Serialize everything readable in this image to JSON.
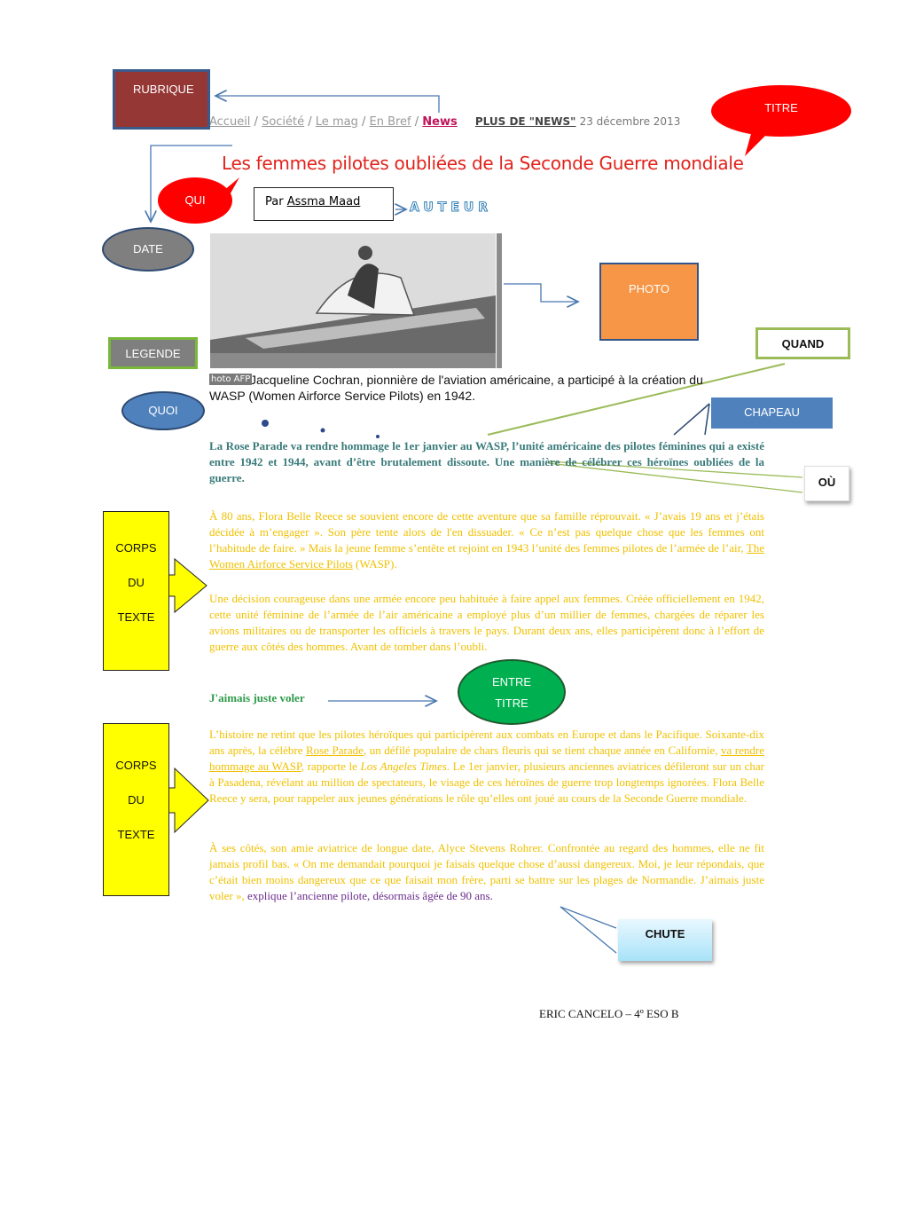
{
  "breadcrumb": {
    "items": [
      "Accueil",
      "Société",
      "Le mag",
      "En Bref"
    ],
    "current": "News",
    "more": "PLUS DE \"NEWS\"",
    "date": "23 décembre 2013"
  },
  "article": {
    "title": "Les femmes pilotes oubliées de la Seconde Guerre mondiale",
    "author_prefix": "Par",
    "author_name": "Assma Maad",
    "photo_credit": "hoto AFP",
    "photo_caption": "Jacqueline Cochran, pionnière de l'aviation américaine, a participé à la création du WASP (Women Airforce Service Pilots) en 1942.",
    "chapeau": "La Rose Parade va rendre hommage le 1er janvier au WASP, l’unité américaine des pilotes féminines qui a existé entre 1942 et 1944, avant d’être brutalement dissoute. Une manière de célébrer ces héroïnes oubliées de la guerre.",
    "p1_a": "À 80 ans, Flora Belle Reece se souvient encore de cette aventure que sa famille réprouvait. « J’avais 19 ans et j’étais décidée à m’engager ». Son père tente alors de l'en dissuader. « Ce n’est pas quelque chose que les femmes ont l’habitude de faire. » Mais la jeune femme s’entête et rejoint en 1943 l’unité des femmes pilotes de l’armée de l’air, ",
    "p1_link": "The Women Airforce Service Pilots",
    "p1_b": " (WASP).",
    "p2": "Une décision courageuse dans une armée encore peu habituée à faire appel aux femmes. Créée officiellement en 1942, cette unité féminine de l’armée de l’air américaine a employé plus d’un millier de femmes, chargées de réparer les avions militaires ou de transporter les officiels à travers le pays. Durant deux ans, elles participèrent donc à l’effort de guerre aux côtés des hommes. Avant de tomber dans l’oubli.",
    "subhead": "J'aimais juste voler",
    "p3_a": "L’histoire ne retint que les pilotes héroïques qui participèrent aux combats en Europe et dans le Pacifique. Soixante-dix ans après, la célèbre ",
    "p3_link1": "Rose Parade",
    "p3_b": ", un défilé populaire de chars fleuris qui se tient chaque année en Californie, ",
    "p3_link2": "va rendre hommage au WASP",
    "p3_c": ", rapporte le ",
    "p3_italic": "Los Angeles Times",
    "p3_d": ". Le 1er janvier, plusieurs anciennes aviatrices défileront sur un char à Pasadena, révélant au million de spectateurs, le visage de ces héroïnes de guerre trop longtemps ignorées. Flora Belle Reece y sera, pour rappeler aux jeunes générations le rôle qu’elles ont joué au cours de la Seconde Guerre mondiale.",
    "p4_a": "À ses côtés, son amie aviatrice de longue date, Alyce Stevens Rohrer. Confrontée au regard des hommes, elle ne fit jamais profil bas. « On me demandait pourquoi je faisais quelque chose d’aussi dangereux. Moi, je leur répondais, que c’était bien moins dangereux que ce que faisait mon frère, parti se battre sur les plages de Normandie. J’aimais juste voler », ",
    "p4_b": "explique l’ancienne pilote, désormais âgée de 90 ans.",
    "signature": "ERIC CANCELO – 4º ESO B"
  },
  "labels": {
    "rubrique": "RUBRIQUE",
    "titre": "TITRE",
    "qui": "QUI",
    "auteur": "AUTEUR",
    "date": "DATE",
    "photo": "PHOTO",
    "legende": "LEGENDE",
    "quand": "QUAND",
    "quoi": "QUOI",
    "chapeau": "CHAPEAU",
    "ou": "OÙ",
    "corps": "CORPS",
    "du": "DU",
    "texte": "TEXTE",
    "entre": "ENTRE",
    "titre2": "TITRE",
    "chute": "CHUTE"
  },
  "colors": {
    "title_red": "#e0231c",
    "body_yellow": "#f0c000",
    "chapeau_teal": "#3a7a7a",
    "subhead_green": "#2e9a4a"
  }
}
